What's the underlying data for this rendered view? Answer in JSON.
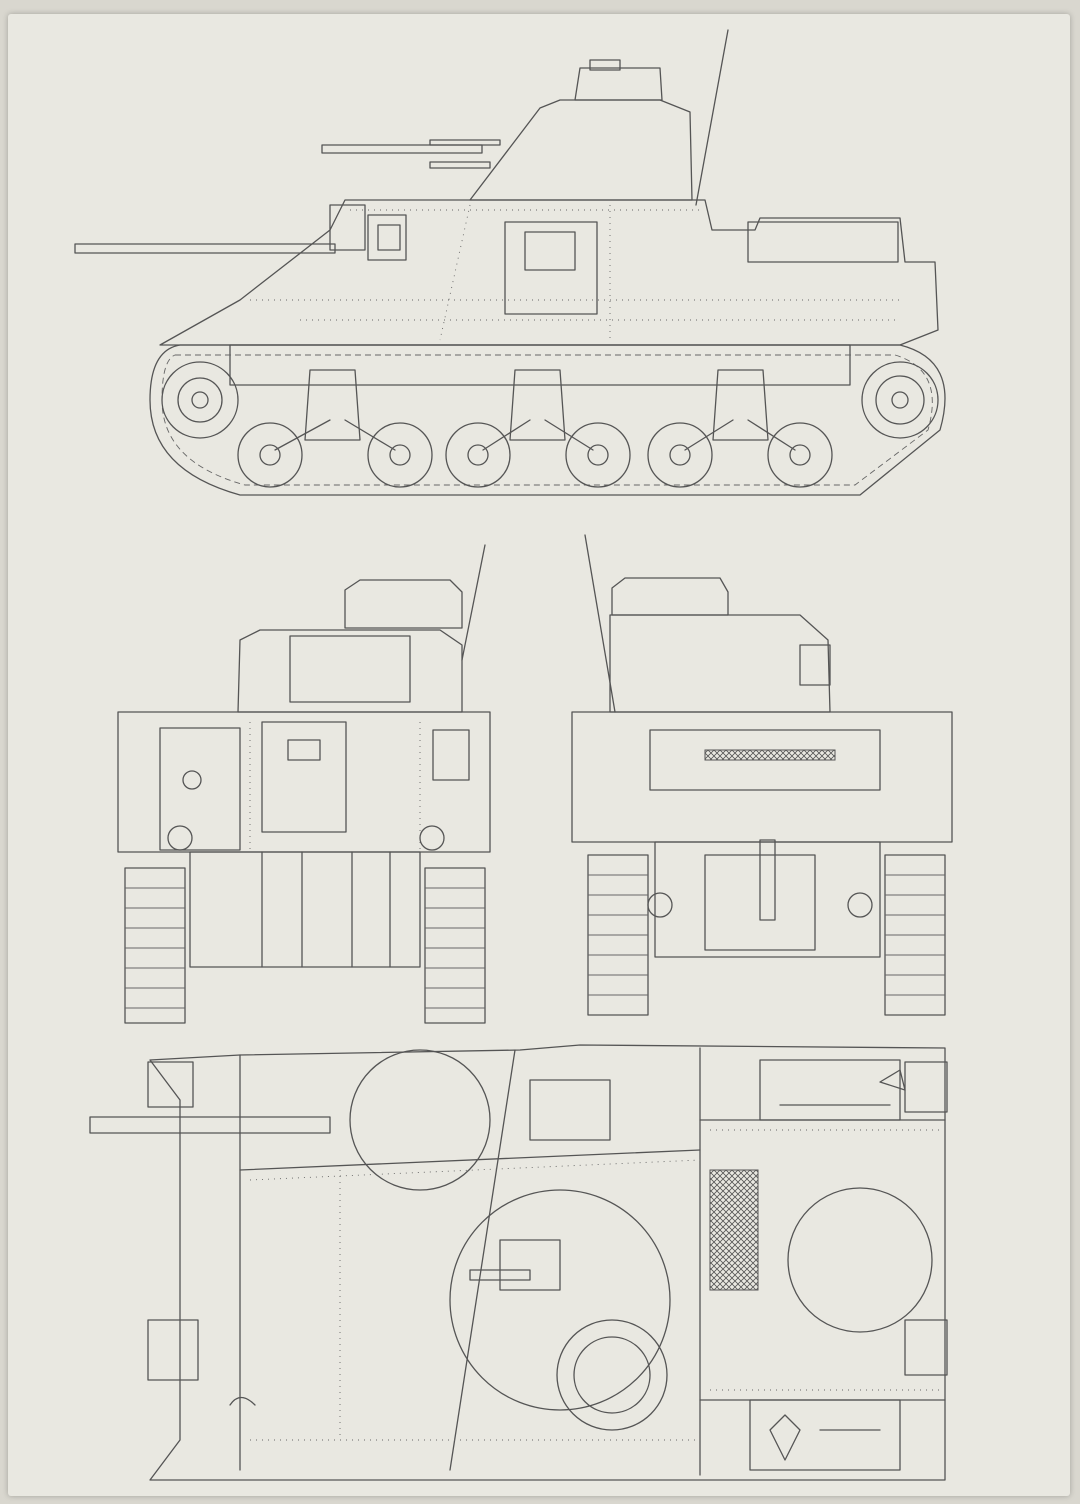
{
  "sheet": {
    "views": [
      {
        "key": "side_view"
      },
      {
        "key": "front_view"
      },
      {
        "key": "rear_view"
      },
      {
        "key": "top_view"
      }
    ]
  },
  "colors": {
    "background": "#d9d7cf",
    "paper": "#e9e8e1",
    "ink": "#555555"
  }
}
